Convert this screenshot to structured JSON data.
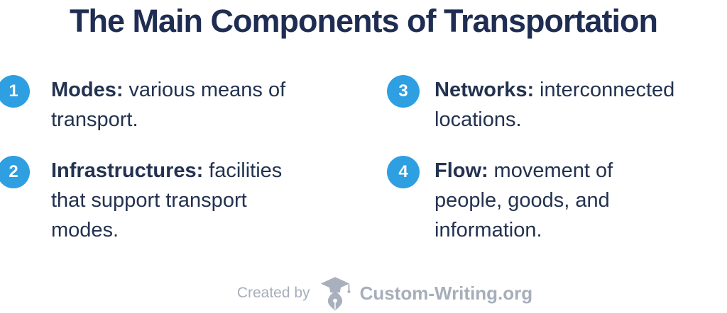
{
  "title": "The Main Components of Transportation",
  "items": [
    {
      "number": "1",
      "term": "Modes:",
      "desc": "various means of\ntransport."
    },
    {
      "number": "2",
      "term": "Infrastructures:",
      "desc": "facilities\nthat support transport\nmodes."
    },
    {
      "number": "3",
      "term": "Networks:",
      "desc": "interconnected\nlocations."
    },
    {
      "number": "4",
      "term": "Flow:",
      "desc": "movement of\npeople, goods, and\ninformation."
    }
  ],
  "footer": {
    "created_by": "Created by",
    "brand": "Custom-Writing.org",
    "logo_icon": "graduation-cap-pen-icon"
  },
  "colors": {
    "accent_blue": "#2e9fe1",
    "title_navy": "#1f2d52",
    "body_navy": "#233250",
    "footer_gray": "#a7aebb",
    "background": "#ffffff"
  }
}
